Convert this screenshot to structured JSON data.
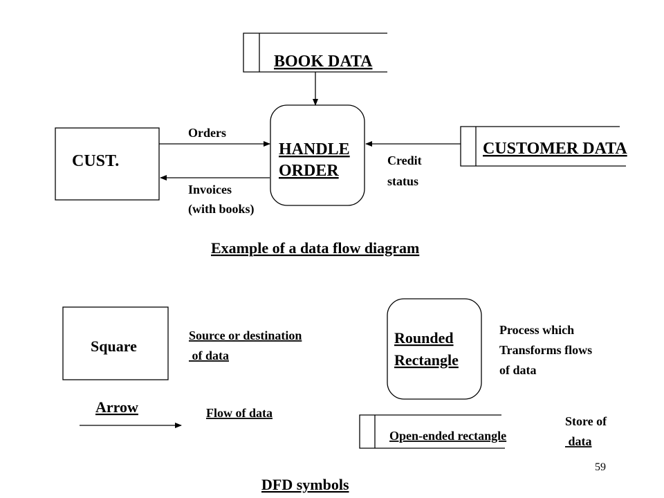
{
  "diagram": {
    "book_data": "BOOK DATA",
    "handle_line1": "HANDLE",
    "handle_line2": "ORDER",
    "cust": "CUST.",
    "customer_data": "CUSTOMER DATA",
    "orders": "Orders",
    "invoices_line1": "Invoices",
    "invoices_line2": "(with books)",
    "credit_line1": "Credit",
    "credit_line2": "status",
    "caption": "Example of a data flow diagram"
  },
  "legend": {
    "square": "Square",
    "square_desc_line1": "Source or destination",
    "square_desc_line2": " of data",
    "rounded_line1": "Rounded",
    "rounded_line2": "Rectangle",
    "process_desc_line1": "Process which",
    "process_desc_line2": "Transforms flows",
    "process_desc_line3": "of data",
    "arrow": "Arrow",
    "flow_desc": "Flow of data",
    "open_rect": "Open-ended rectangle",
    "store_desc_line1": "Store of",
    "store_desc_line2": " data",
    "caption": "DFD symbols"
  },
  "page_number": "59",
  "colors": {
    "ink": "#000000",
    "background": "#ffffff"
  }
}
